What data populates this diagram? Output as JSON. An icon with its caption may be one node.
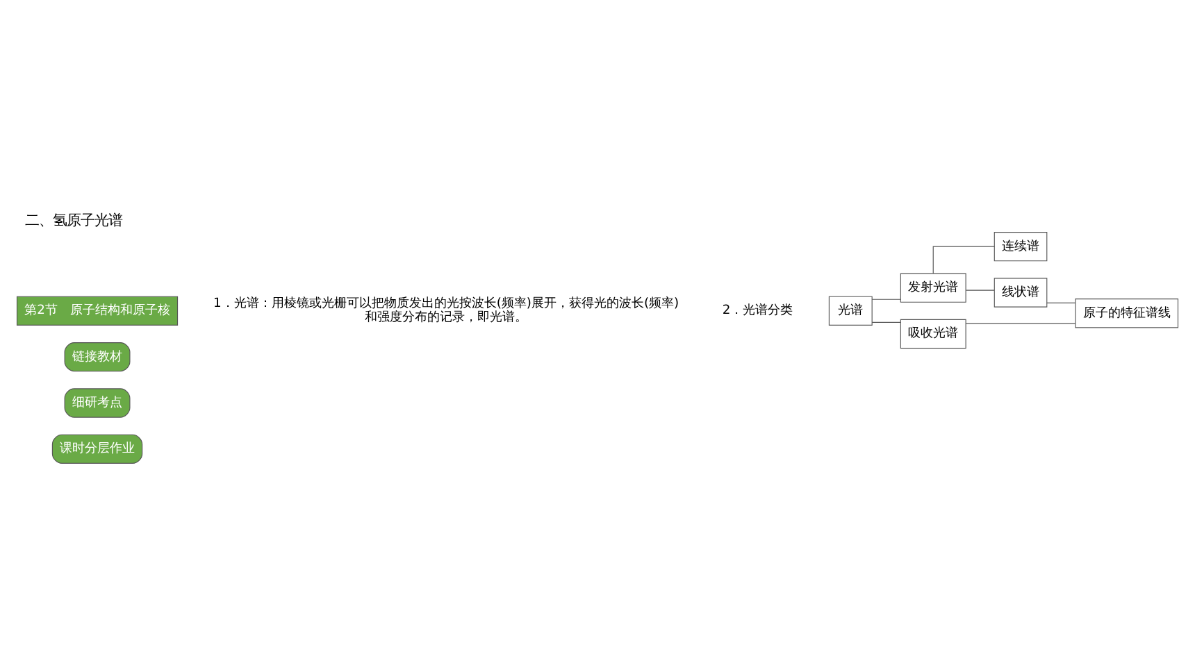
{
  "diagram": {
    "title": "二、氢原子光谱",
    "nodes": [
      {
        "text": [
          "光谱"
        ]
      },
      {
        "text": [
          "发射光谱"
        ]
      },
      {
        "text": [
          "吸收光谱"
        ]
      },
      {
        "text": [
          "连续谱"
        ]
      },
      {
        "text": [
          "线状谱"
        ]
      },
      {
        "text": [
          "原子的特征谱线"
        ]
      }
    ],
    "edges": [
      {
        "from": 0,
        "to": 1,
        "arrow": "none"
      },
      {
        "from": 0,
        "to": 2,
        "arrow": "none"
      },
      {
        "from": 1,
        "to": 3,
        "arrow": "none"
      },
      {
        "from": 1,
        "to": 4,
        "arrow": "none"
      },
      {
        "from": 4,
        "to": 5,
        "arrow": "none"
      },
      {
        "from": 2,
        "to": 5,
        "arrow": "none"
      }
    ],
    "labels": [
      "第2节　原子结构和原子核",
      "链接教材",
      "细研考点",
      "课时分层作业",
      "1．光谱：用棱镜或光栅可以把物质发出的光按波长(频率)展开，获得光的波长(频率)和强度分布的记录，即光谱。",
      "2．光谱分类"
    ]
  }
}
